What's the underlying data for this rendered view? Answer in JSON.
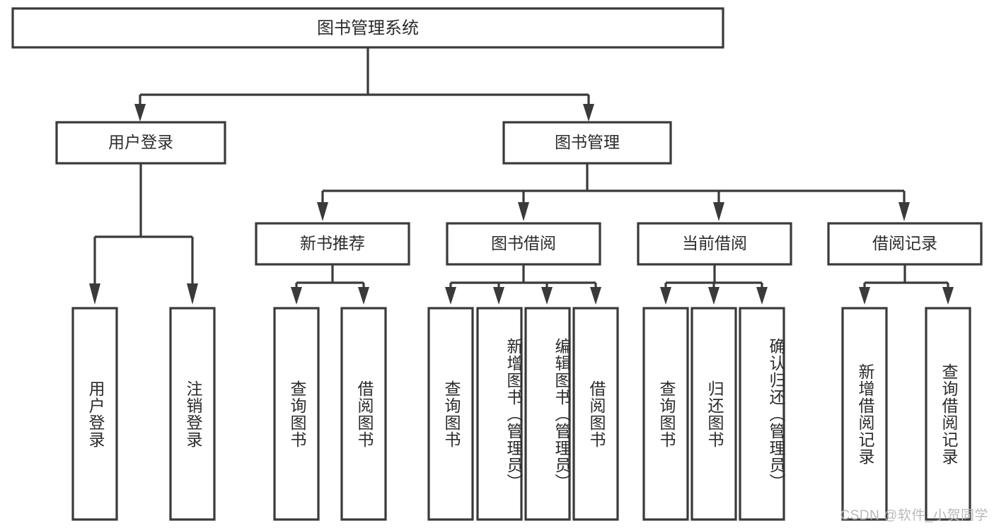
{
  "diagram": {
    "type": "tree-hierarchy",
    "title": "图书管理系统",
    "watermark": "CSDN @软件_小贺同学",
    "colors": {
      "stroke": "#3a3a3a",
      "fill": "#ffffff",
      "text": "#2b2b2b",
      "background": "#ffffff",
      "watermark": "#b9b9b9"
    },
    "levels": {
      "level1": {
        "label": "图书管理系统"
      },
      "level2": [
        {
          "label": "用户登录"
        },
        {
          "label": "图书管理"
        }
      ],
      "level3": [
        {
          "label": "新书推荐"
        },
        {
          "label": "图书借阅"
        },
        {
          "label": "当前借阅"
        },
        {
          "label": "借阅记录"
        }
      ],
      "level4": {
        "用户登录": [
          {
            "label": "用户登录"
          },
          {
            "label": "注销登录"
          }
        ],
        "新书推荐": [
          {
            "label": "查询图书"
          },
          {
            "label": "借阅图书"
          }
        ],
        "图书借阅": [
          {
            "label": "查询图书"
          },
          {
            "label": "新增图书（管理员）"
          },
          {
            "label": "编辑图书（管理员）"
          },
          {
            "label": "借阅图书"
          }
        ],
        "当前借阅": [
          {
            "label": "查询图书"
          },
          {
            "label": "归还图书"
          },
          {
            "label": "确认归还（管理员）"
          }
        ],
        "借阅记录": [
          {
            "label": "新增借阅记录"
          },
          {
            "label": "查询借阅记录"
          }
        ]
      }
    },
    "leaf_labels": {
      "l1": "用户登录",
      "l2": "注销登录",
      "l3": "查询图书",
      "l4": "借阅图书",
      "l5": "查询图书",
      "l6": "新增图书（管理员）",
      "l7": "编辑图书（管理员）",
      "l8": "借阅图书",
      "l9": "查询图书",
      "l10": "归还图书",
      "l11": "确认归还（管理员）",
      "l12": "新增借阅记录",
      "l13": "查询借阅记录"
    }
  }
}
